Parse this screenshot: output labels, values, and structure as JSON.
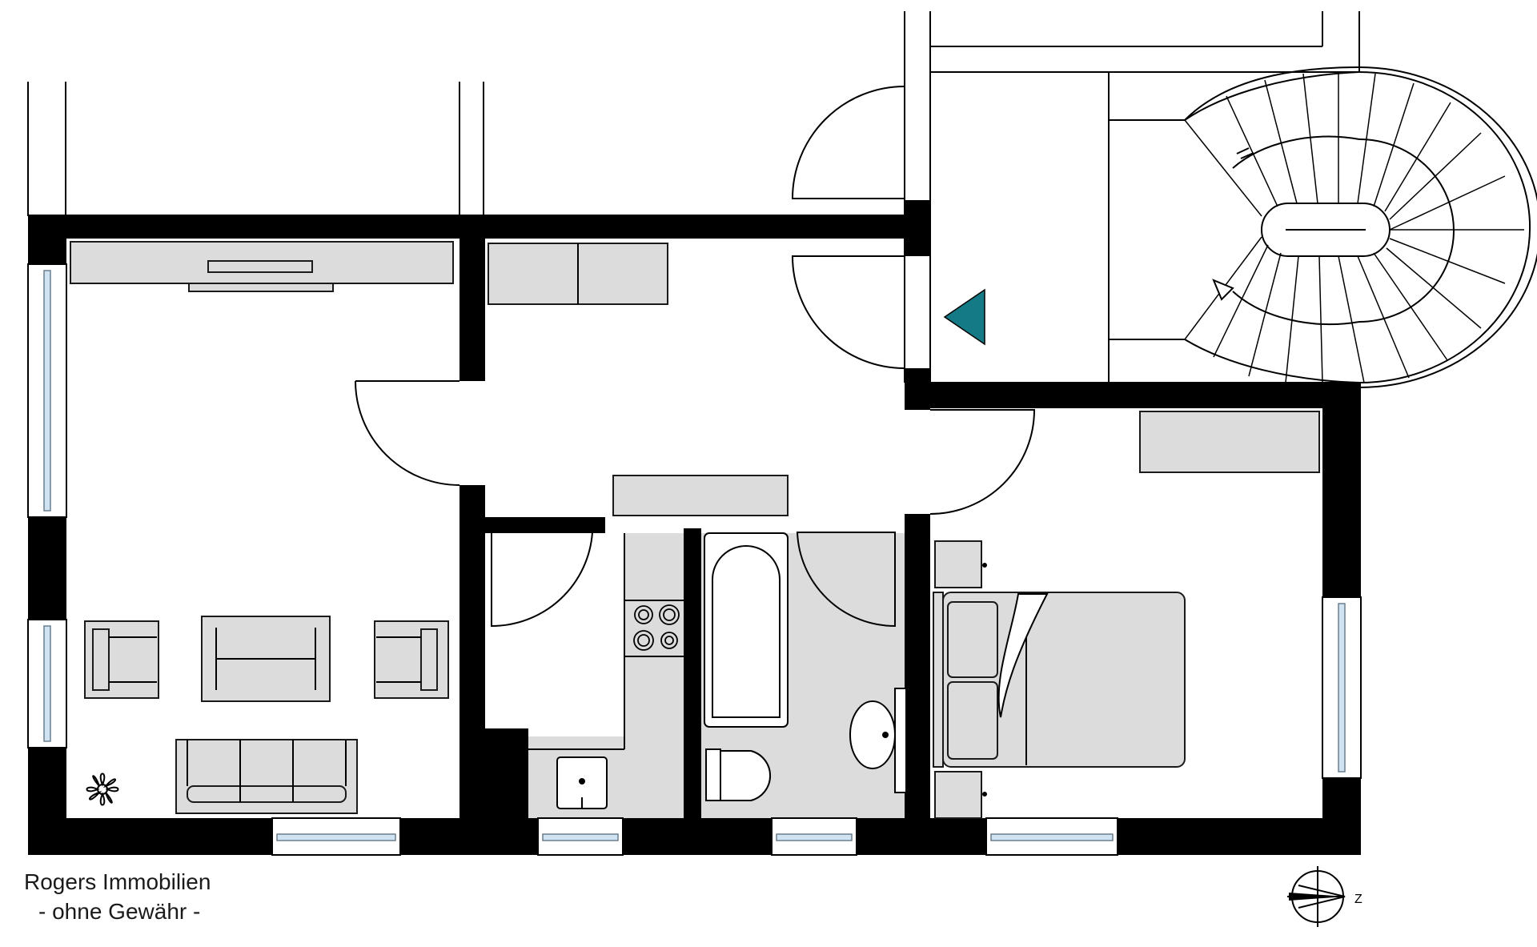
{
  "caption": {
    "company": "Rogers Immobilien",
    "disclaimer": "- ohne Gewähr -"
  },
  "compass": {
    "north_label": "Z"
  },
  "colors": {
    "wall": "#000000",
    "furniture": "#dcdcdc",
    "entrance_marker": "#137a86",
    "window_glass": "#cfe3f2"
  },
  "icons": [
    "compass-icon",
    "entrance-arrow-icon",
    "plant-icon",
    "stair-direction-arrow-icon"
  ]
}
